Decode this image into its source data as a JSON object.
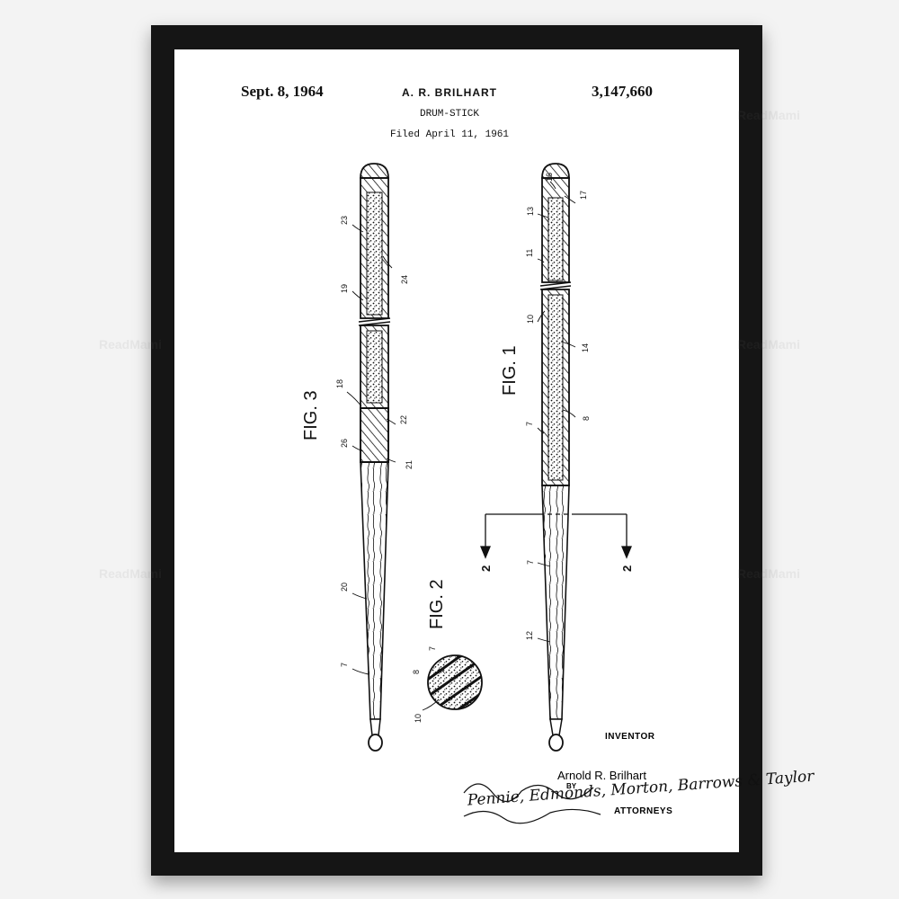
{
  "patent": {
    "date": "Sept. 8, 1964",
    "inventor_header": "A. R. BRILHART",
    "number": "3,147,660",
    "title": "DRUM-STICK",
    "filed": "Filed April 11, 1961"
  },
  "figures": {
    "fig1": "FIG. 1",
    "fig2": "FIG. 2",
    "fig3": "FIG. 3"
  },
  "refs": {
    "fig1": [
      "16",
      "17",
      "13",
      "11",
      "10",
      "14",
      "7",
      "8",
      "7",
      "12"
    ],
    "fig3": [
      "23",
      "24",
      "19",
      "18",
      "26",
      "22",
      "21",
      "20",
      "7"
    ],
    "fig2": [
      "8",
      "7",
      "10"
    ],
    "section": [
      "2",
      "2"
    ]
  },
  "signature": {
    "inventor_label": "INVENTOR",
    "inventor_name": "Arnold R. Brilhart",
    "by": "BY",
    "attorneys": "ATTORNEYS",
    "signature_text": "Pennie, Edmonds, Morton, Barrows & Taylor"
  },
  "watermark": "ReadMami",
  "colors": {
    "frame": "#151515",
    "paper": "#ffffff",
    "ink": "#111111"
  }
}
